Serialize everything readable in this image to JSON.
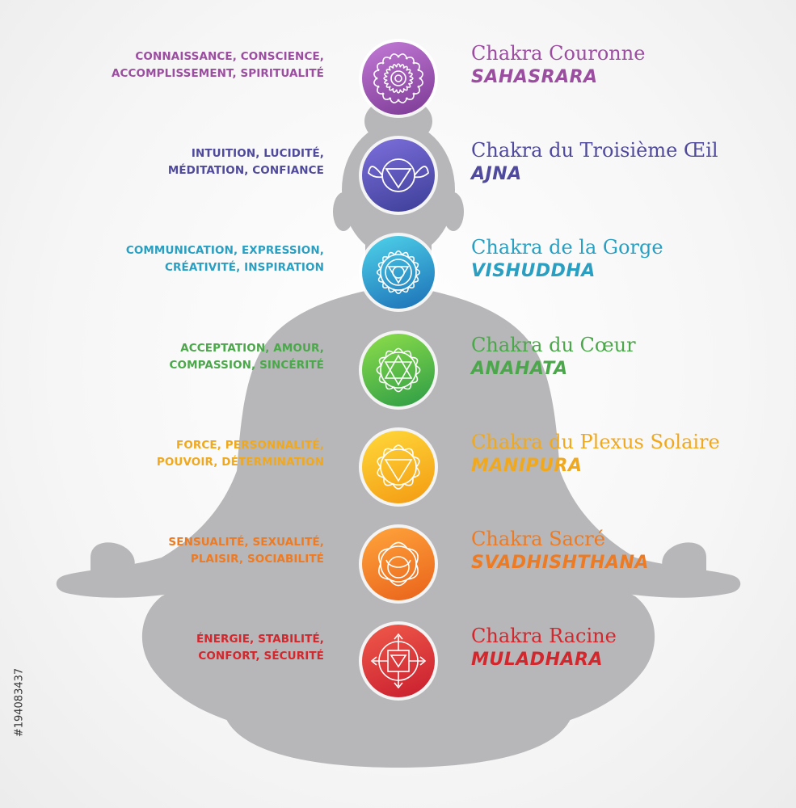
{
  "chakras": [
    {
      "desc_line1": "CONNAISSANCE, CONSCIENCE,",
      "desc_line2": "ACCOMPLISSEMENT, SPIRITUALITÉ",
      "title": "Chakra Couronne",
      "sanskrit": "SAHASRARA",
      "icon": "lotus-icon",
      "color": "#9b4da0",
      "gradient_top": "#c27ad6",
      "gradient_bottom": "#7c3a95"
    },
    {
      "desc_line1": "INTUITION, LUCIDITÉ,",
      "desc_line2": "MÉDITATION, CONFIANCE",
      "title": "Chakra du Troisième Œil",
      "sanskrit": "AJNA",
      "icon": "third-eye-icon",
      "color": "#4f4a9c",
      "gradient_top": "#7d6fdc",
      "gradient_bottom": "#3c3e97"
    },
    {
      "desc_line1": "COMMUNICATION, EXPRESSION,",
      "desc_line2": "CRÉATIVITÉ, INSPIRATION",
      "title": "Chakra de la Gorge",
      "sanskrit": "VISHUDDHA",
      "icon": "throat-chakra-icon",
      "color": "#2a9fc1",
      "gradient_top": "#4fd3ea",
      "gradient_bottom": "#1b6fb6"
    },
    {
      "desc_line1": "ACCEPTATION, AMOUR,",
      "desc_line2": "COMPASSION, SINCÉRITÉ",
      "title": "Chakra du Cœur",
      "sanskrit": "ANAHATA",
      "icon": "heart-chakra-icon",
      "color": "#4ba84a",
      "gradient_top": "#8ede4a",
      "gradient_bottom": "#2c9c46"
    },
    {
      "desc_line1": "FORCE, PERSONNALITÉ,",
      "desc_line2": "POUVOIR, DÉTERMINATION",
      "title": "Chakra du Plexus Solaire",
      "sanskrit": "MANIPURA",
      "icon": "solar-plexus-icon",
      "color": "#f0a81e",
      "gradient_top": "#ffd93a",
      "gradient_bottom": "#f39a12"
    },
    {
      "desc_line1": "SENSUALITÉ, SEXUALITÉ,",
      "desc_line2": "PLAISIR, SOCIABILITÉ",
      "title": "Chakra Sacré",
      "sanskrit": "SVADHISHTHANA",
      "icon": "sacral-chakra-icon",
      "color": "#ee7a22",
      "gradient_top": "#ffa53c",
      "gradient_bottom": "#e9621a"
    },
    {
      "desc_line1": "ÉNERGIE, STABILITÉ,",
      "desc_line2": "CONFORT, SÉCURITÉ",
      "title": "Chakra Racine",
      "sanskrit": "MULADHARA",
      "icon": "root-chakra-icon",
      "color": "#d1272d",
      "gradient_top": "#f05a4a",
      "gradient_bottom": "#c81d2e"
    }
  ],
  "silhouette_color": "#b7b7b9",
  "stock_id": "#194083437"
}
